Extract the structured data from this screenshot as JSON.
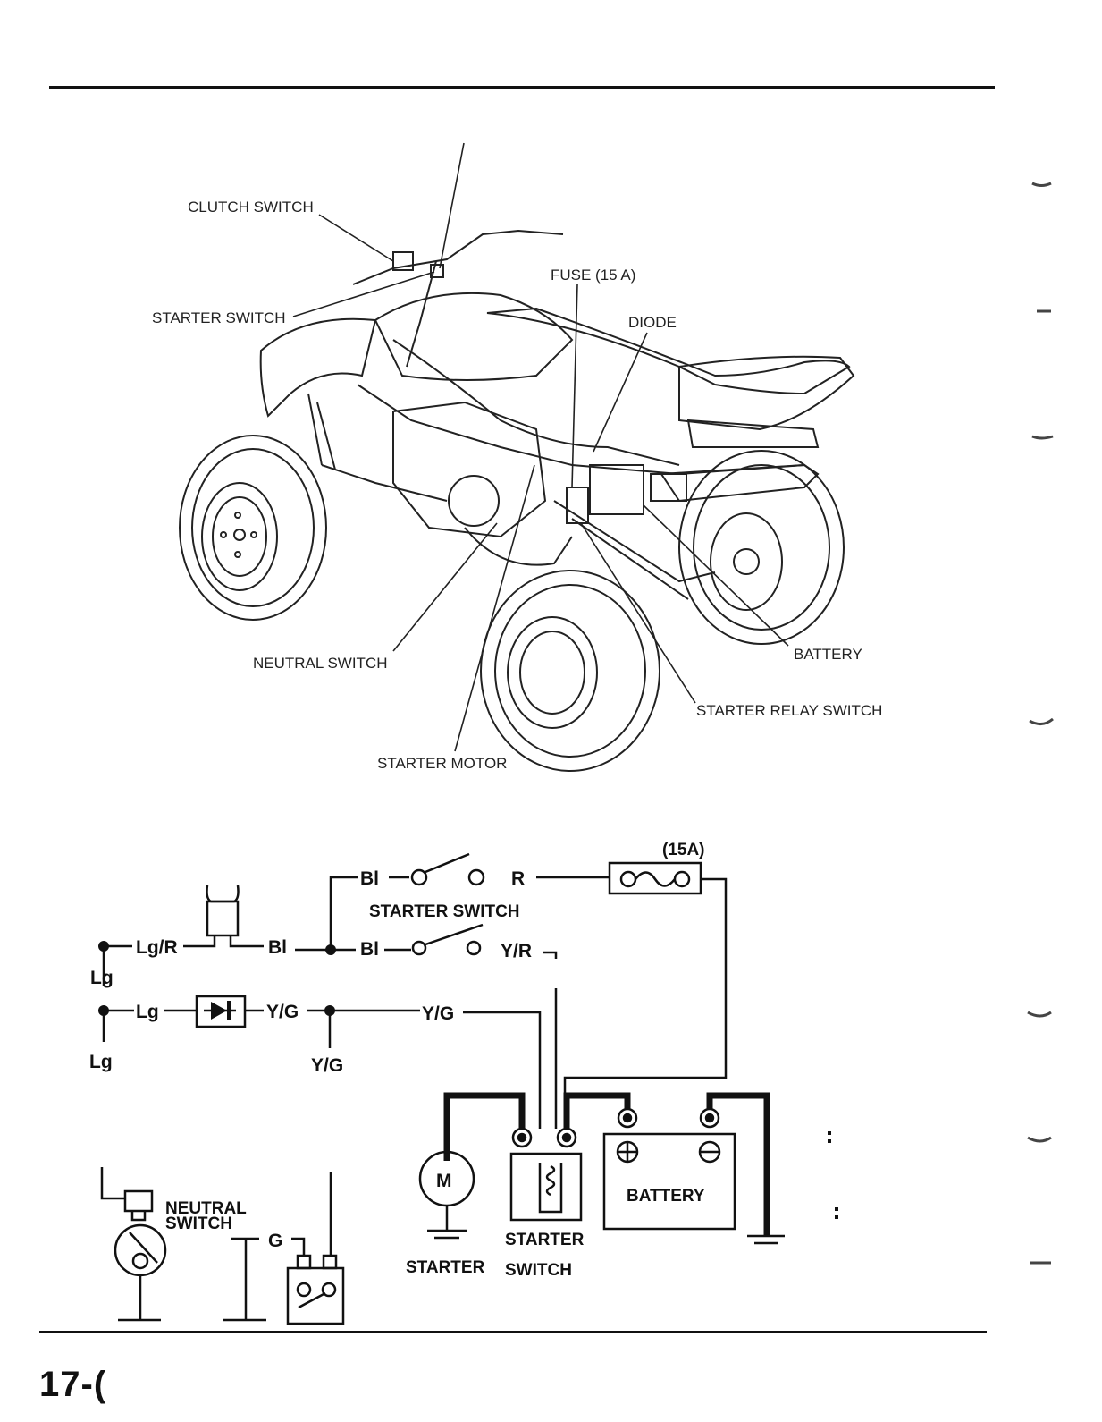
{
  "illustration": {
    "labels": {
      "clutch_switch": "CLUTCH SWITCH",
      "starter_switch": "STARTER SWITCH",
      "fuse": "FUSE (15 A)",
      "diode": "DIODE",
      "neutral_switch": "NEUTRAL SWITCH",
      "starter_motor": "STARTER MOTOR",
      "battery": "BATTERY",
      "starter_relay_switch": "STARTER RELAY SWITCH"
    }
  },
  "schematic": {
    "fuse_label": "(15A)",
    "starter_switch_label": "STARTER  SWITCH",
    "battery_label": "BATTERY",
    "neutral_switch_line1": "NEUTRAL",
    "neutral_switch_line2": "SWITCH",
    "motor_symbol": "M",
    "starter_label": "STARTER",
    "starter_relay_line1": "STARTER",
    "starter_relay_line2": "SWITCH",
    "wires": {
      "bl_top": "Bl",
      "r": "R",
      "lg_r": "Lg/R",
      "bl_mid": "Bl",
      "bl_switch": "Bl",
      "y_r": "Y/R",
      "lg_partial": "Lg",
      "lg": "Lg",
      "y_g_1": "Y/G",
      "y_g_2": "Y/G",
      "lg_bottom": "Lg",
      "y_g_bottom": "Y/G",
      "g": "G"
    }
  },
  "page_number": "17-("
}
